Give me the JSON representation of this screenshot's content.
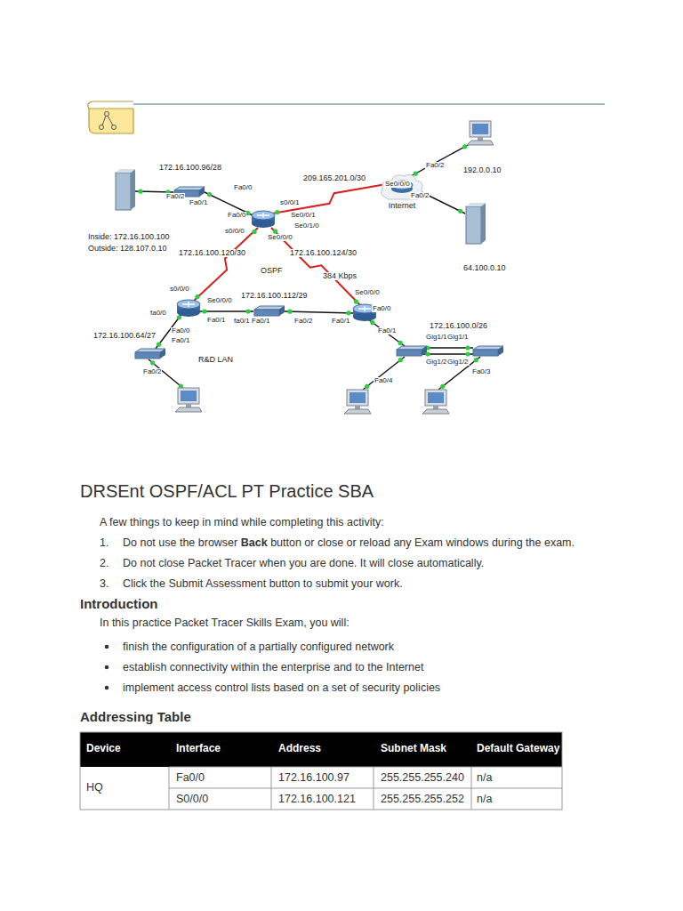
{
  "diagram": {
    "title": "DRSEnt OSPF/ACL PT Practice SBA",
    "nodes": [
      {
        "text": [
          "Internet"
        ]
      }
    ],
    "labels": [
      "172.16.100.96/28",
      "Fa0/2",
      "Fa0/1",
      "Fa0/0",
      "Fa0/0",
      "s0/0/1",
      "Se0/0/1",
      "Se0/1/0",
      "s0/0/0",
      "Se0/0/0",
      "209.165.201.0/30",
      "Se0/0/0",
      "Fa0/2",
      "Fa0/2",
      "192.0.0.10",
      "Inside: 172.16.100.100",
      "Outside: 128.107.0.10",
      "172.16.100.120/30",
      "OSPF",
      "172.16.100.124/30",
      "384 Kbps",
      "64.100.0.10",
      "s0/0/0",
      "Se0/0/0",
      "Fa0/1",
      "fa0/1",
      "fa0/0",
      "Fa0/0",
      "Fa0/1",
      "172.16.100.64/27",
      "R&D LAN",
      "Fa0/2",
      "172.16.100.112/29",
      "Fa0/1",
      "Fa0/2",
      "Se0/0/0",
      "Fa0/0",
      "Fa0/1",
      "Fa0/1",
      "172.16.100.0/26",
      "Gig1/1",
      "Gig1/2",
      "Gig1/1",
      "Gig1/2",
      "Fa0/4",
      "Fa0/3",
      "A few things to keep in mind while completing this activity:",
      "1.",
      "Do not use the browser",
      "Back",
      "button or close or reload any Exam windows during the exam.",
      "2.",
      "Do not close Packet Tracer when you are done. It will close automatically.",
      "3.",
      "Click the Submit Assessment button to submit your work.",
      "Introduction",
      "In this practice Packet Tracer Skills Exam, you will:",
      "finish the configuration of a partially configured network",
      "establish connectivity within the enterprise and to the Internet",
      "implement access control lists based on a set of security policies",
      "Addressing Table",
      "Device",
      "Interface",
      "Address",
      "Subnet Mask",
      "Default Gateway",
      "HQ",
      "Fa0/0",
      "172.16.100.97",
      "255.255.255.240",
      "n/a",
      "S0/0/0",
      "172.16.100.121",
      "255.255.255.252",
      "n/a"
    ]
  }
}
